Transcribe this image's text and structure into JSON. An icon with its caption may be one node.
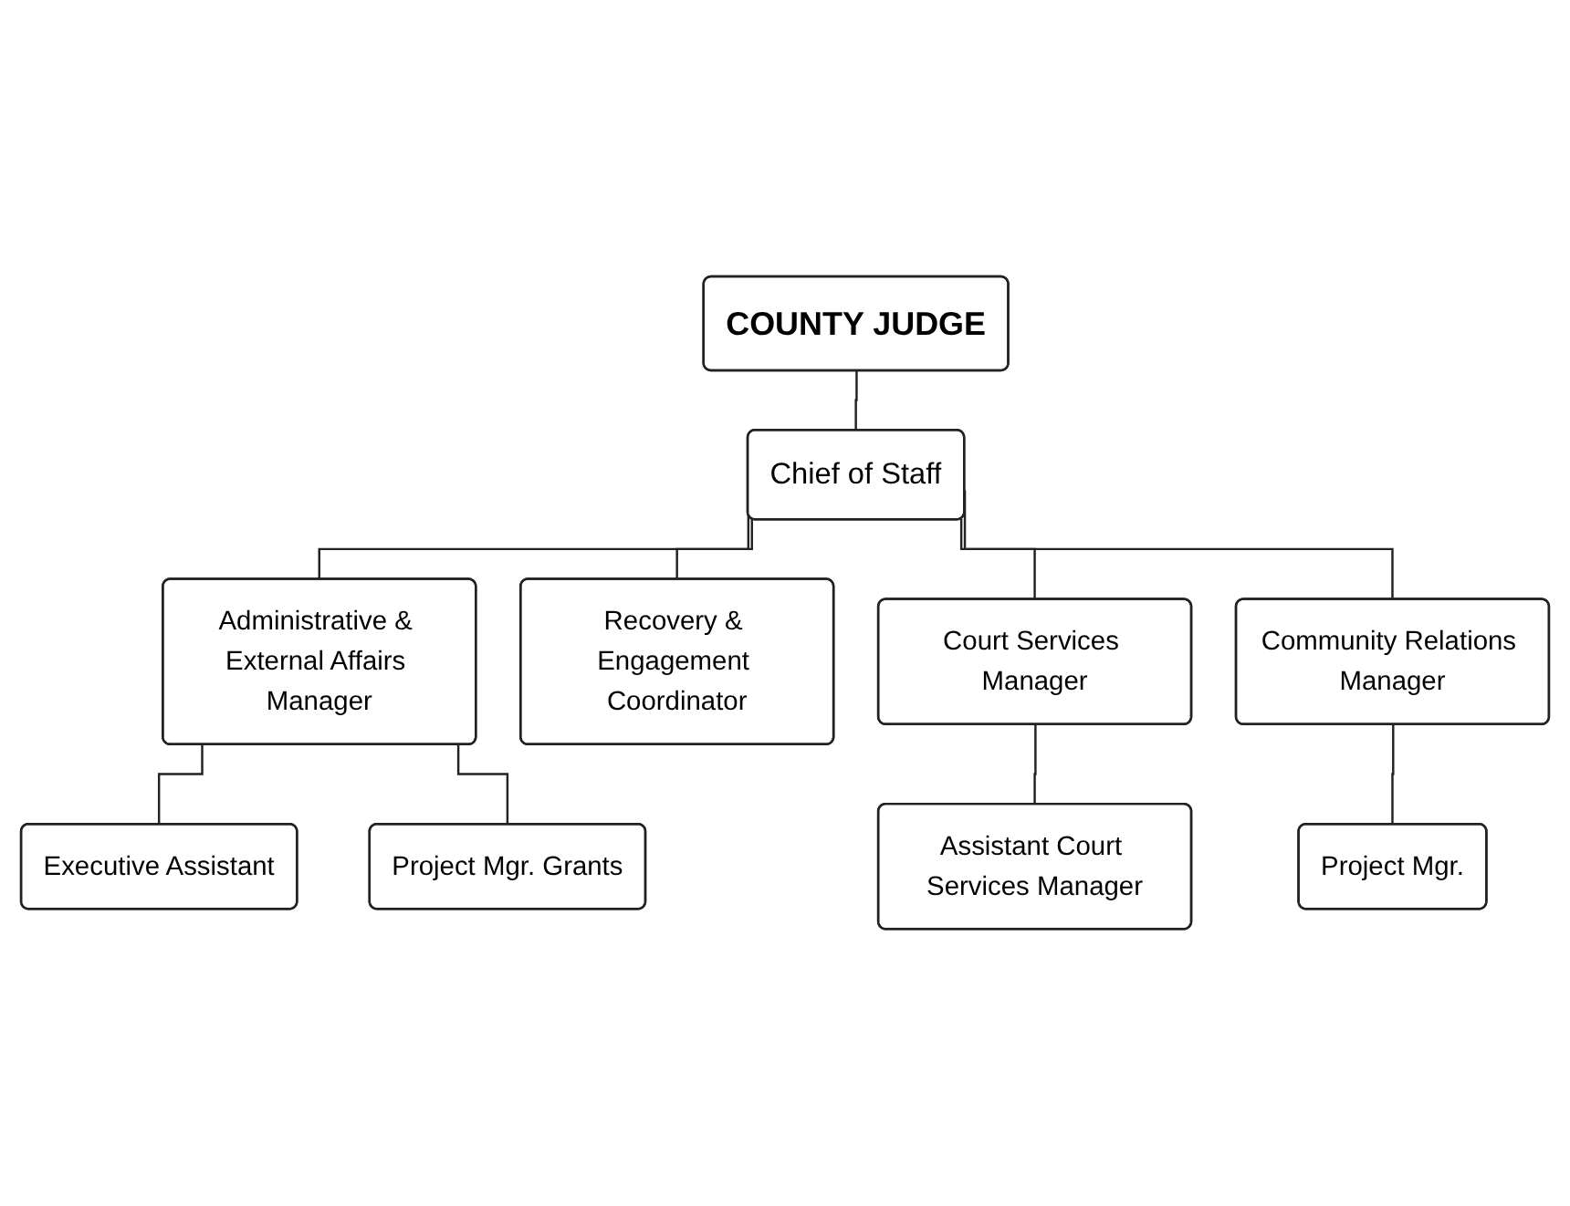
{
  "diagram": {
    "nodes": [
      {
        "text": [
          "COUNTY JUDGE"
        ]
      },
      {
        "text": [
          "Chief of Staff"
        ]
      },
      {
        "text": [
          "Administrative & External Affairs Manager"
        ]
      },
      {
        "text": [
          "Recovery & Engagement Coordinator"
        ]
      },
      {
        "text": [
          "Court Services Manager"
        ]
      },
      {
        "text": [
          "Community Relations Manager"
        ]
      },
      {
        "text": [
          "Executive Assistant"
        ]
      },
      {
        "text": [
          "Assistant Court Services Manager"
        ]
      },
      {
        "text": [
          "Project Mgr. Grants"
        ]
      },
      {
        "text": [
          "Project Mgr."
        ]
      }
    ],
    "edges": [
      {
        "from": 0,
        "to": 1,
        "arrow": "none"
      },
      {
        "from": 1,
        "to": 2,
        "arrow": "none"
      },
      {
        "from": 1,
        "to": 3,
        "arrow": "none"
      },
      {
        "from": 1,
        "to": 4,
        "arrow": "none"
      },
      {
        "from": 1,
        "to": 5,
        "arrow": "none"
      },
      {
        "from": 2,
        "to": 6,
        "arrow": "none"
      },
      {
        "from": 2,
        "to": 8,
        "arrow": "none"
      },
      {
        "from": 4,
        "to": 7,
        "arrow": "none"
      },
      {
        "from": 5,
        "to": 9,
        "arrow": "none"
      }
    ]
  }
}
